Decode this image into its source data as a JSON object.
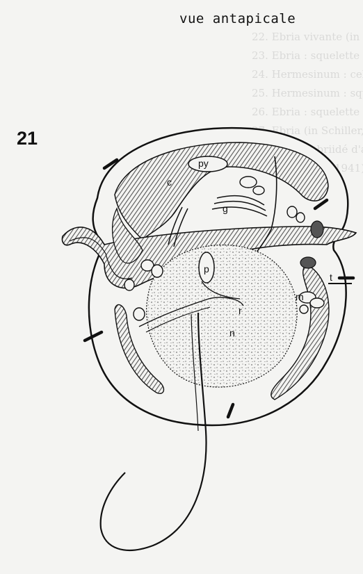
{
  "heading": "vue antapicale",
  "figure_number": "21",
  "labels": {
    "py": "py",
    "c": "c",
    "g": "g",
    "p": "p",
    "t": "t",
    "m": "m",
    "r": "r",
    "n": "n"
  },
  "colors": {
    "ink": "#111111",
    "paper": "#f4f4f2",
    "hatch": "#555555"
  }
}
